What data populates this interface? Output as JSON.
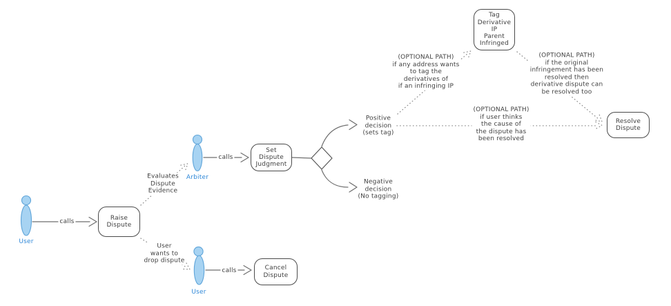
{
  "diagram": {
    "title_hint": "Dispute resolution use-case flow",
    "colors": {
      "background": "#ffffff",
      "actor_fill": "#a7d3f2",
      "actor_stroke": "#5ea4d9",
      "actor_label": "#2f88d8",
      "text": "#3f3f3f",
      "box_stroke": "#4a4a4a",
      "solid_line": "#6e6e6e",
      "dotted_line": "#8a8a8a"
    },
    "actors": {
      "user1": {
        "label": "User"
      },
      "arbiter": {
        "label": "Arbiter"
      },
      "user2": {
        "label": "User"
      }
    },
    "nodes": {
      "raise": "Raise\nDispute",
      "set_judgment": "Set\nDispute\nJudgment",
      "tag_derivative": "Tag\nDerivative\nIP\nParent\nInfringed",
      "resolve": "Resolve\nDispute",
      "cancel": "Cancel\nDispute"
    },
    "edge_labels": {
      "calls1": "calls",
      "calls2": "calls",
      "calls3": "calls",
      "evaluates": "Evaluates\nDispute\nEvidence",
      "drop": "User\nwants to\ndrop dispute",
      "positive": "Positive\ndecision\n(sets tag)",
      "negative": "Negative\ndecision\n(No tagging)",
      "optional_tag": "(OPTIONAL PATH)\nif any address wants\nto tag the\nderivatives of\nif an infringing IP",
      "optional_resolved": "(OPTIONAL PATH)\nif the original\ninfringement has been\nresolved then\nderivative dispute can\nbe resolved too",
      "optional_user": "(OPTIONAL PATH)\nif user thinks\nthe cause of\nthe dispute has\nbeen resolved"
    }
  }
}
